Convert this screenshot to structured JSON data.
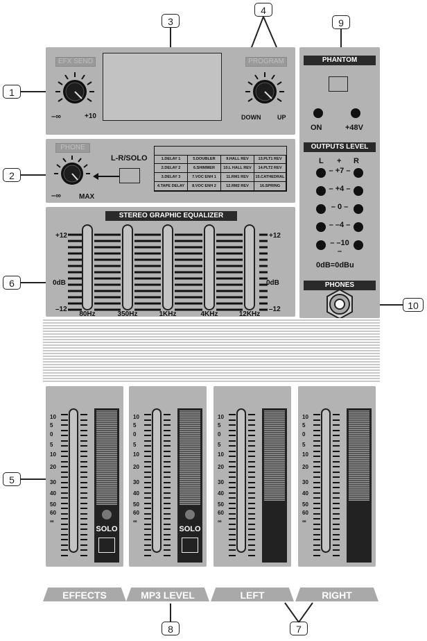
{
  "callouts": [
    "1",
    "2",
    "3",
    "4",
    "5",
    "6",
    "7",
    "8",
    "9",
    "10"
  ],
  "efx": {
    "send_label": "EFX SEND",
    "min": "–∞",
    "max": "+10",
    "program_label": "PROGRAM",
    "down": "DOWN",
    "up": "UP"
  },
  "phones_section": {
    "label": "PHONE",
    "min": "–∞",
    "max": "MAX",
    "lr_solo": "L-R/SOLO"
  },
  "effects_table": [
    [
      "1.DELAY 1",
      "5.DOUBLER",
      "9.HALL REV",
      "13.PLT1 REV"
    ],
    [
      "2.DELAY 2",
      "6.SHIMMER",
      "10.L HALL REV",
      "14.PLT2 REV"
    ],
    [
      "3.DELAY 3",
      "7.VOC ENH 1",
      "11.RM1 REV",
      "15.CATHEDRAL"
    ],
    [
      "4.TAPE DELAY",
      "8.VOC ENH 2",
      "12.RM2 REV",
      "16.SPRING"
    ]
  ],
  "eq": {
    "title": "STEREO GRAPHIC EQUALIZER",
    "top": "+12",
    "mid": "0dB",
    "bottom": "–12",
    "bands": [
      "80Hz",
      "350Hz",
      "1KHz",
      "4KHz",
      "12KHz"
    ]
  },
  "right_panel": {
    "phantom": "PHANTOM",
    "on": "ON",
    "v48": "+48V",
    "outputs_level": "OUTPUTS LEVEL",
    "l": "L",
    "plus": "+",
    "r": "R",
    "levels": [
      "+7",
      "+4",
      "0",
      "–4",
      "–10"
    ],
    "ref": "0dB=0dBu",
    "phones": "PHONES"
  },
  "fader_scale": [
    "10",
    "5",
    "0",
    "5",
    "10",
    "20",
    "30",
    "40",
    "50",
    "60",
    "∞"
  ],
  "solo": "SOLO",
  "channels": [
    "EFFECTS",
    "MP3 LEVEL",
    "LEFT",
    "RIGHT"
  ]
}
